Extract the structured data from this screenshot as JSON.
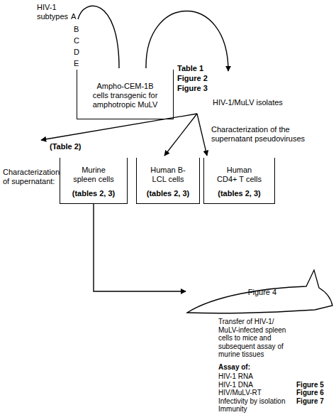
{
  "diagram": {
    "nodes": [
      {
        "text": [
          "Ampho-CEM-1B cells transgenic for amphotropic MuLV"
        ]
      },
      {
        "text": [
          "Murine spleen cells",
          "(tables 2, 3)"
        ]
      },
      {
        "text": [
          "Human B-LCL cells",
          "(tables 2, 3)"
        ]
      },
      {
        "text": [
          "Human CD4+ T cells",
          "(tables 2, 3)"
        ]
      },
      {
        "text": [
          "Figure 4"
        ]
      }
    ],
    "edges": [
      {
        "from": 1,
        "to": 4,
        "arrow": "to"
      }
    ],
    "labels": [
      "HIV-1 subtypes",
      "A",
      "B",
      "C",
      "D",
      "E",
      "Table 1",
      "Figure 2",
      "Figure 3",
      "HIV-1/MuLV isolates",
      "Characterization of the supernatant pseudoviruses",
      "(Table 2)",
      "Characterization of supernatant:",
      "Transfer of HIV-1/ MuLV-infected spleen cells to mice and subsequent assay of murine tissues",
      "Assay of:",
      "HIV-1 RNA",
      "HIV-1 DNA",
      "Figure 5",
      "HIV/MuLV-RT",
      "Figure 6",
      "Infectivity by isolation",
      "Figure 7",
      "Immunity"
    ]
  }
}
